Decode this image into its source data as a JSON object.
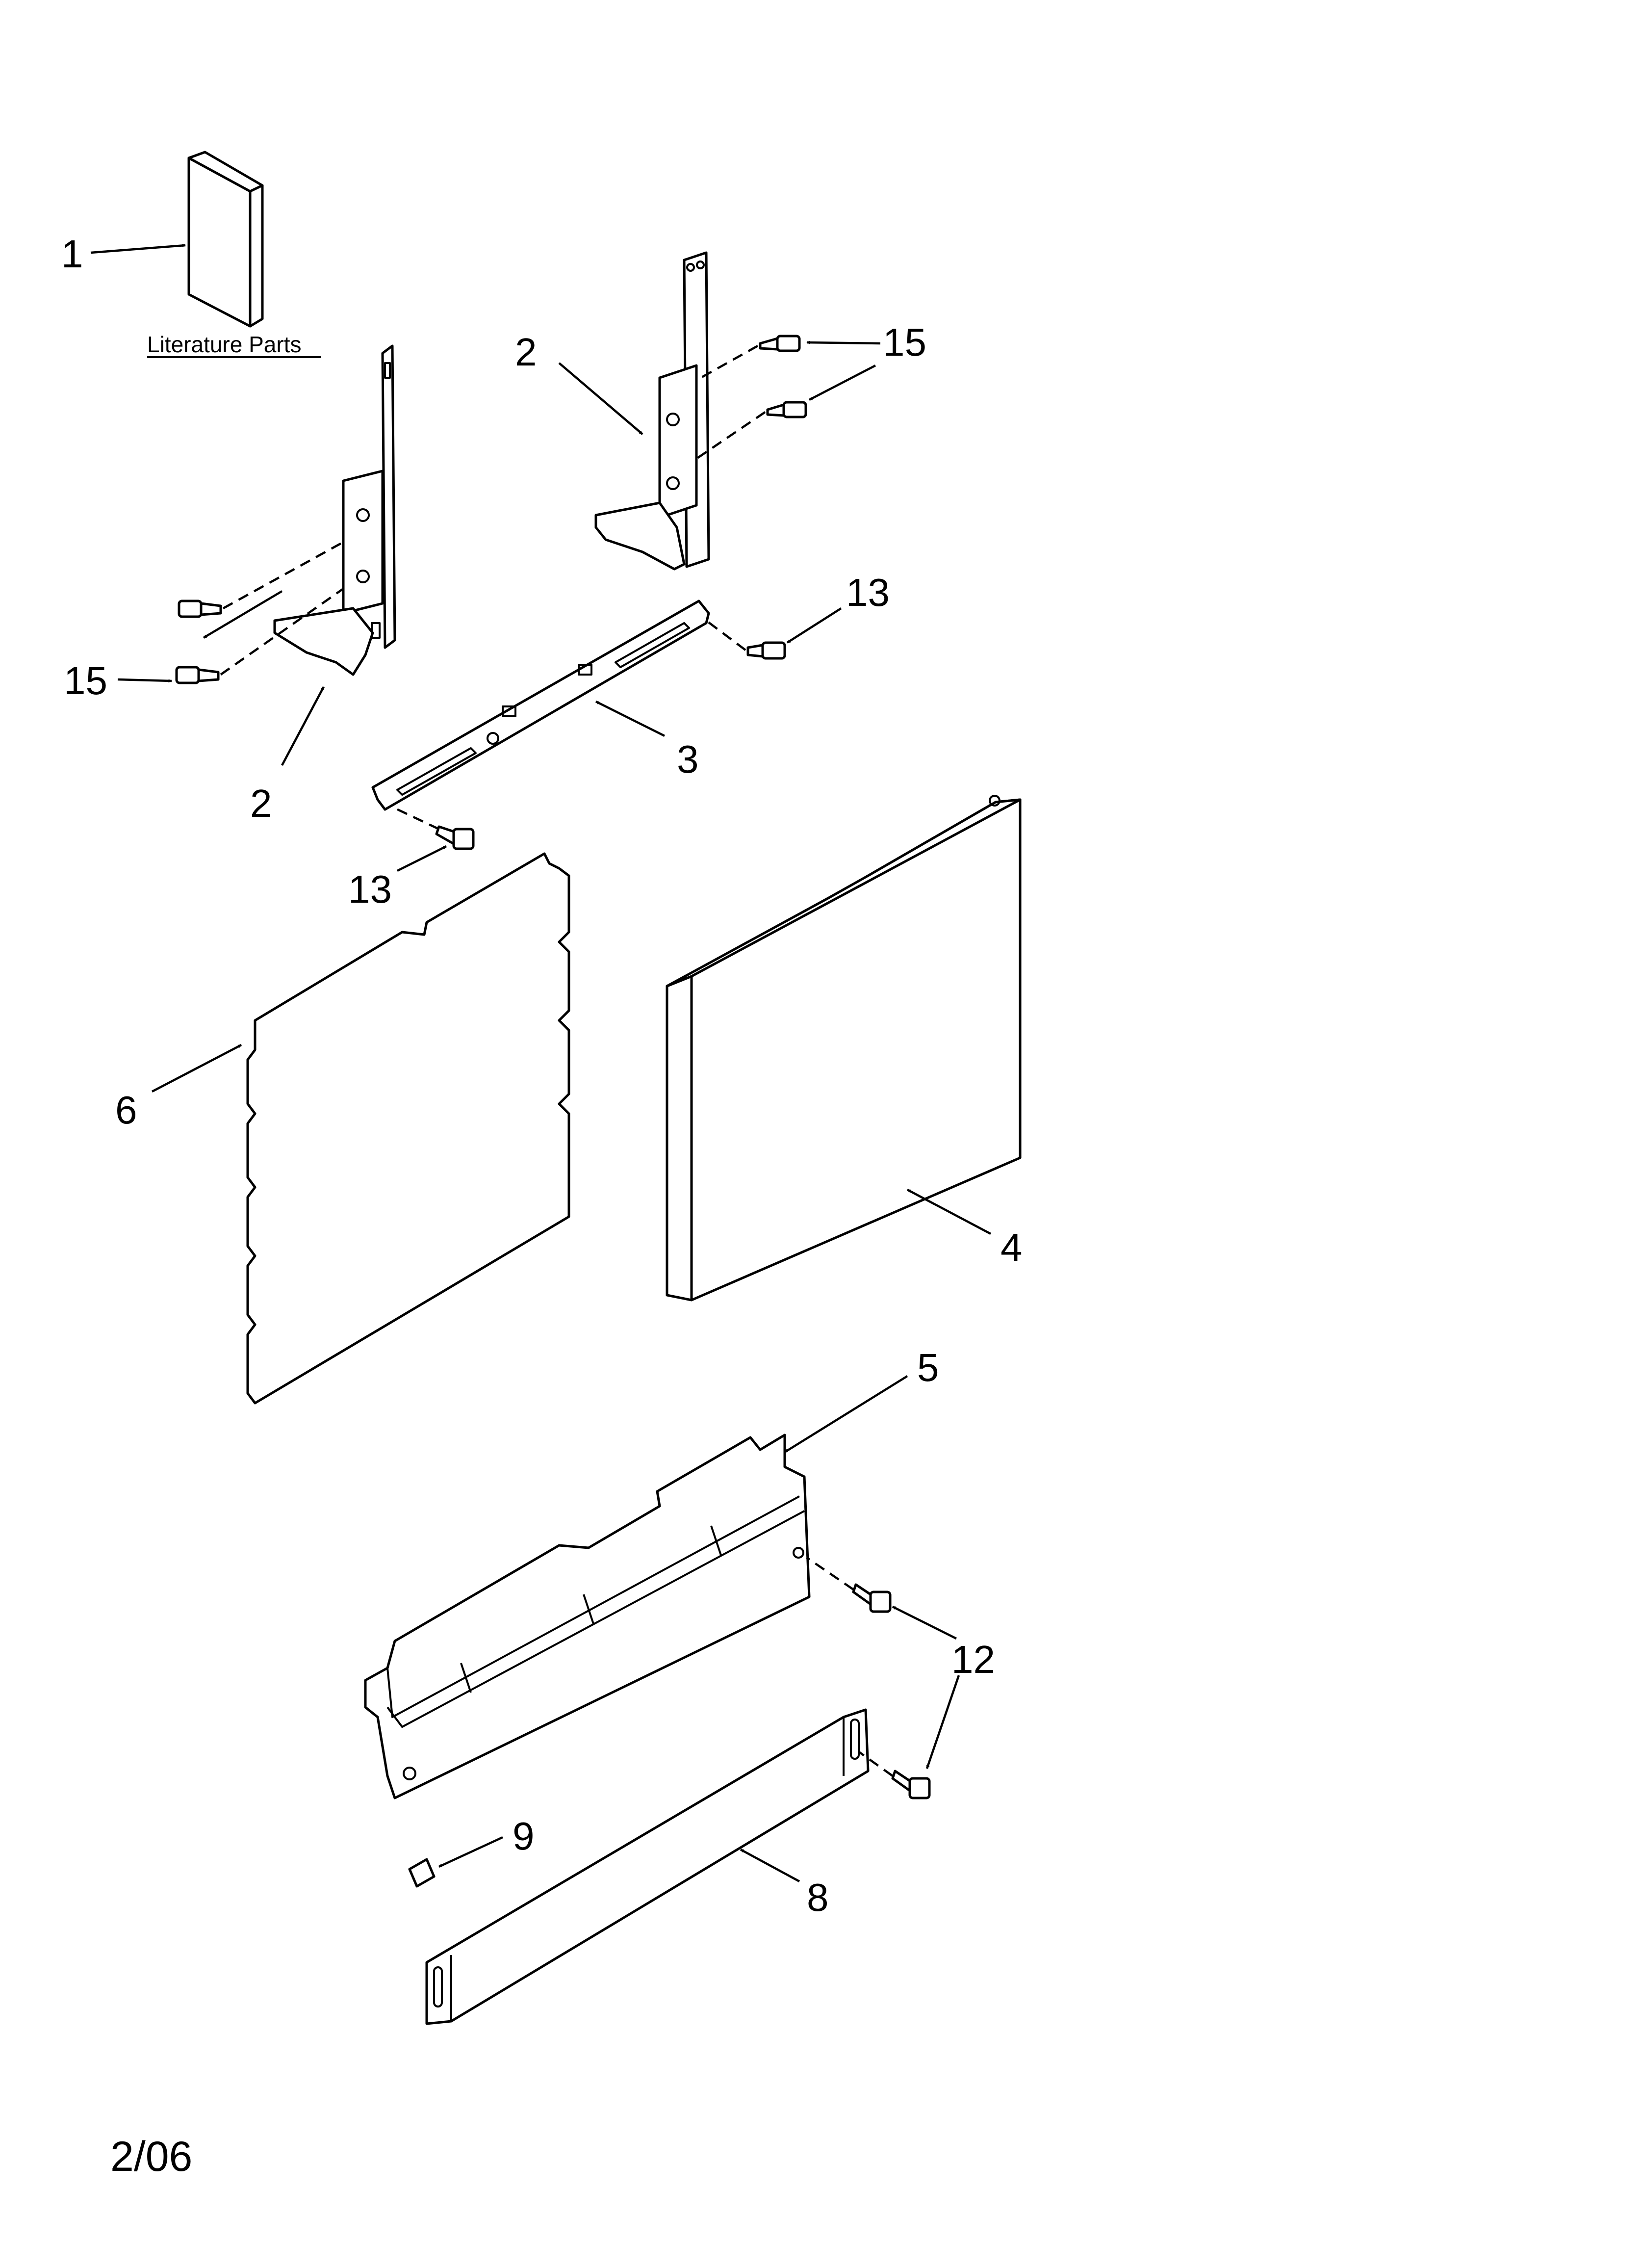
{
  "diagram": {
    "literature_caption": "Literature Parts",
    "date_code": "2/06",
    "callouts": {
      "c1": "1",
      "c2_left": "2",
      "c2_right": "2",
      "c3": "3",
      "c4": "4",
      "c5": "5",
      "c6": "6",
      "c8": "8",
      "c9": "9",
      "c12": "12",
      "c13_top": "13",
      "c13_bottom": "13",
      "c15_top": "15",
      "c15_left": "15"
    }
  }
}
